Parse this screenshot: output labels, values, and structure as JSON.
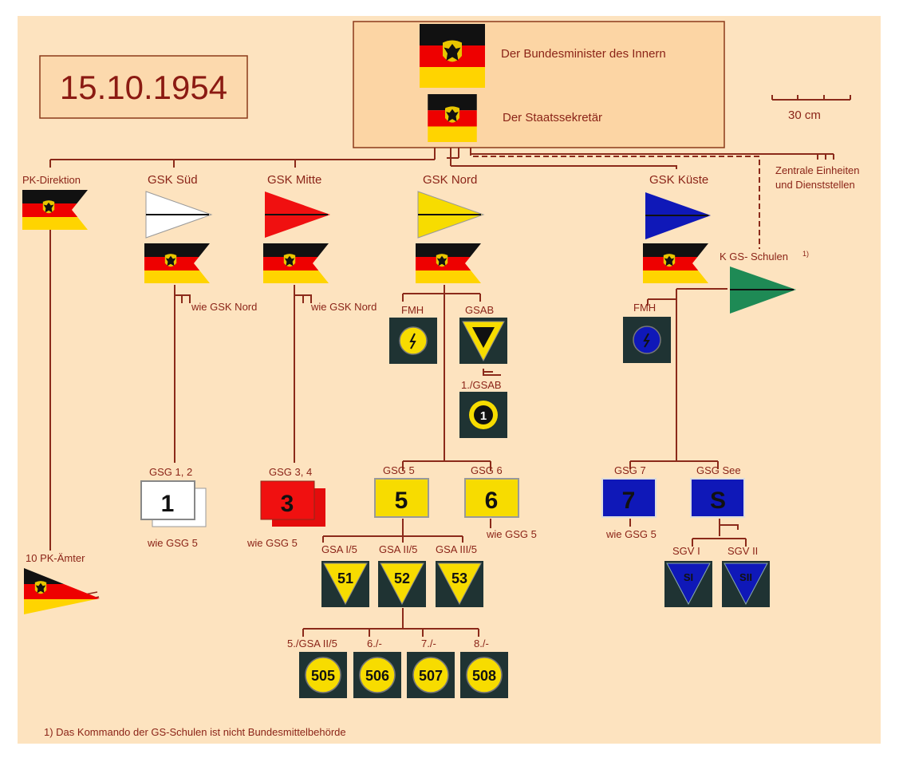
{
  "date": "15.10.1954",
  "top": {
    "minister": "Der Bundesminister des Innern",
    "secretary": "Der Staatssekretär"
  },
  "scale": "30 cm",
  "central": [
    "Zentrale Einheiten",
    "und Dienststellen"
  ],
  "pk": {
    "direction": "PK-Direktion",
    "offices": "10 PK-Ämter"
  },
  "gsk_sued": {
    "label": "GSK Süd",
    "note": "wie GSK Nord",
    "gsg_label": "GSG 1, 2",
    "gsg_num": "1",
    "gsg_note": "wie GSG 5"
  },
  "gsk_mitte": {
    "label": "GSK Mitte",
    "note": "wie GSK Nord",
    "gsg_label": "GSG 3, 4",
    "gsg_num": "3",
    "gsg_note": "wie GSG 5"
  },
  "gsk_nord": {
    "label": "GSK Nord",
    "fmh": "FMH",
    "gsab": "GSAB",
    "gsab1": "1./GSAB",
    "gsab1_num": "1",
    "gsg5_label": "GSG 5",
    "gsg5_num": "5",
    "gsg6_label": "GSG 6",
    "gsg6_num": "6",
    "gsg6_note": "wie GSG 5",
    "abteilungen": [
      {
        "label": "GSA I/5",
        "num": "51"
      },
      {
        "label": "GSA II/5",
        "num": "52"
      },
      {
        "label": "GSA III/5",
        "num": "53"
      }
    ],
    "hundertschaften": [
      {
        "label": "5./GSA II/5",
        "num": "505"
      },
      {
        "label": "6./-",
        "num": "506"
      },
      {
        "label": "7./-",
        "num": "507"
      },
      {
        "label": "8./-",
        "num": "508"
      }
    ]
  },
  "gsk_kueste": {
    "label": "GSK Küste",
    "schools": "K GS- Schulen",
    "schools_note": "1)",
    "fmh": "FMH",
    "gsg7_label": "GSG 7",
    "gsg7_num": "7",
    "gsg7_note": "wie GSG 5",
    "see_label": "GSG See",
    "see_num": "S",
    "sgv1": "SGV I",
    "sgv1_sym": "SI",
    "sgv2": "SGV II",
    "sgv2_sym": "SII"
  },
  "footnote": "1) Das Kommando der GS-Schulen ist nicht Bundesmittelbehörde",
  "colors": {
    "background": "#fde3bf",
    "line": "#8b2a1a",
    "dark": "#1f3333",
    "yellow": "#f7dc00",
    "red": "#f01010",
    "blue": "#0f18b8",
    "green": "#1e8a55"
  }
}
